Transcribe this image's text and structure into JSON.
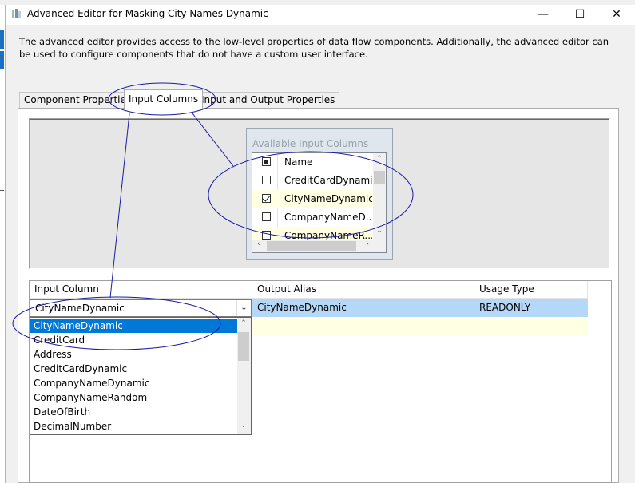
{
  "window": {
    "title": "Advanced Editor for Masking City Names Dynamic",
    "minimize_glyph": "—",
    "maximize_glyph": "☐",
    "close_glyph": "✕"
  },
  "description": "The advanced editor provides access to the low-level properties of data flow components. Additionally, the advanced editor can be used to configure components that do not have a custom user interface.",
  "tabs": [
    {
      "label": "Component Properties"
    },
    {
      "label": "Input Columns",
      "active": true
    },
    {
      "label": "Input and Output Properties"
    }
  ],
  "available_columns": {
    "caption": "Available Input Columns",
    "header": "Name",
    "rows": [
      {
        "name": "CreditCardDynamic",
        "checked": false
      },
      {
        "name": "CityNameDynamic",
        "checked": true
      },
      {
        "name": "CompanyNameD...",
        "checked": false
      },
      {
        "name": "CompanyNameR...",
        "checked": false
      }
    ]
  },
  "grid": {
    "headers": [
      "Input Column",
      "Output Alias",
      "Usage Type"
    ],
    "row": {
      "input_column": "CityNameDynamic",
      "output_alias": "CityNameDynamic",
      "usage_type": "READONLY"
    }
  },
  "dropdown": {
    "selected": "CityNameDynamic",
    "options": [
      "CityNameDynamic",
      "CreditCard",
      "Address",
      "CreditCardDynamic",
      "CompanyNameDynamic",
      "CompanyNameRandom",
      "DateOfBirth",
      "DecimalNumber"
    ]
  },
  "colors": {
    "selection": "#0078d7",
    "row_highlight": "#b6d8f8",
    "annotation": "#1a1aa8"
  }
}
